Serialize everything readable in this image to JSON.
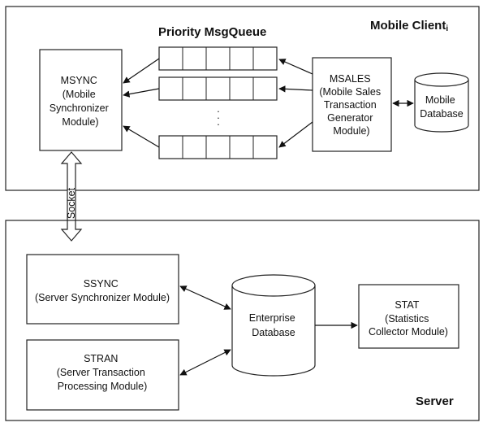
{
  "mobile_client": {
    "title": "Mobile Client",
    "title_suffix": "i",
    "queue_title": "Priority MsgQueue",
    "msync": {
      "lines": [
        "MSYNC",
        "(Mobile",
        "Synchronizer",
        "Module)"
      ]
    },
    "msales": {
      "lines": [
        "MSALES",
        "(Mobile Sales",
        "Transaction",
        "Generator",
        "Module)"
      ]
    },
    "mobile_db": {
      "lines": [
        "Mobile",
        "Database"
      ]
    },
    "queue_ellipsis": "·"
  },
  "link": {
    "label": "Socket"
  },
  "server": {
    "title": "Server",
    "ssync": {
      "lines": [
        "SSYNC",
        "(Server Synchronizer Module)"
      ]
    },
    "stran": {
      "lines": [
        "STRAN",
        "(Server Transaction",
        "Processing Module)"
      ]
    },
    "enterprise_db": {
      "lines": [
        "Enterprise",
        "Database"
      ]
    },
    "stat": {
      "lines": [
        "STAT",
        "(Statistics",
        "Collector Module)"
      ]
    }
  }
}
